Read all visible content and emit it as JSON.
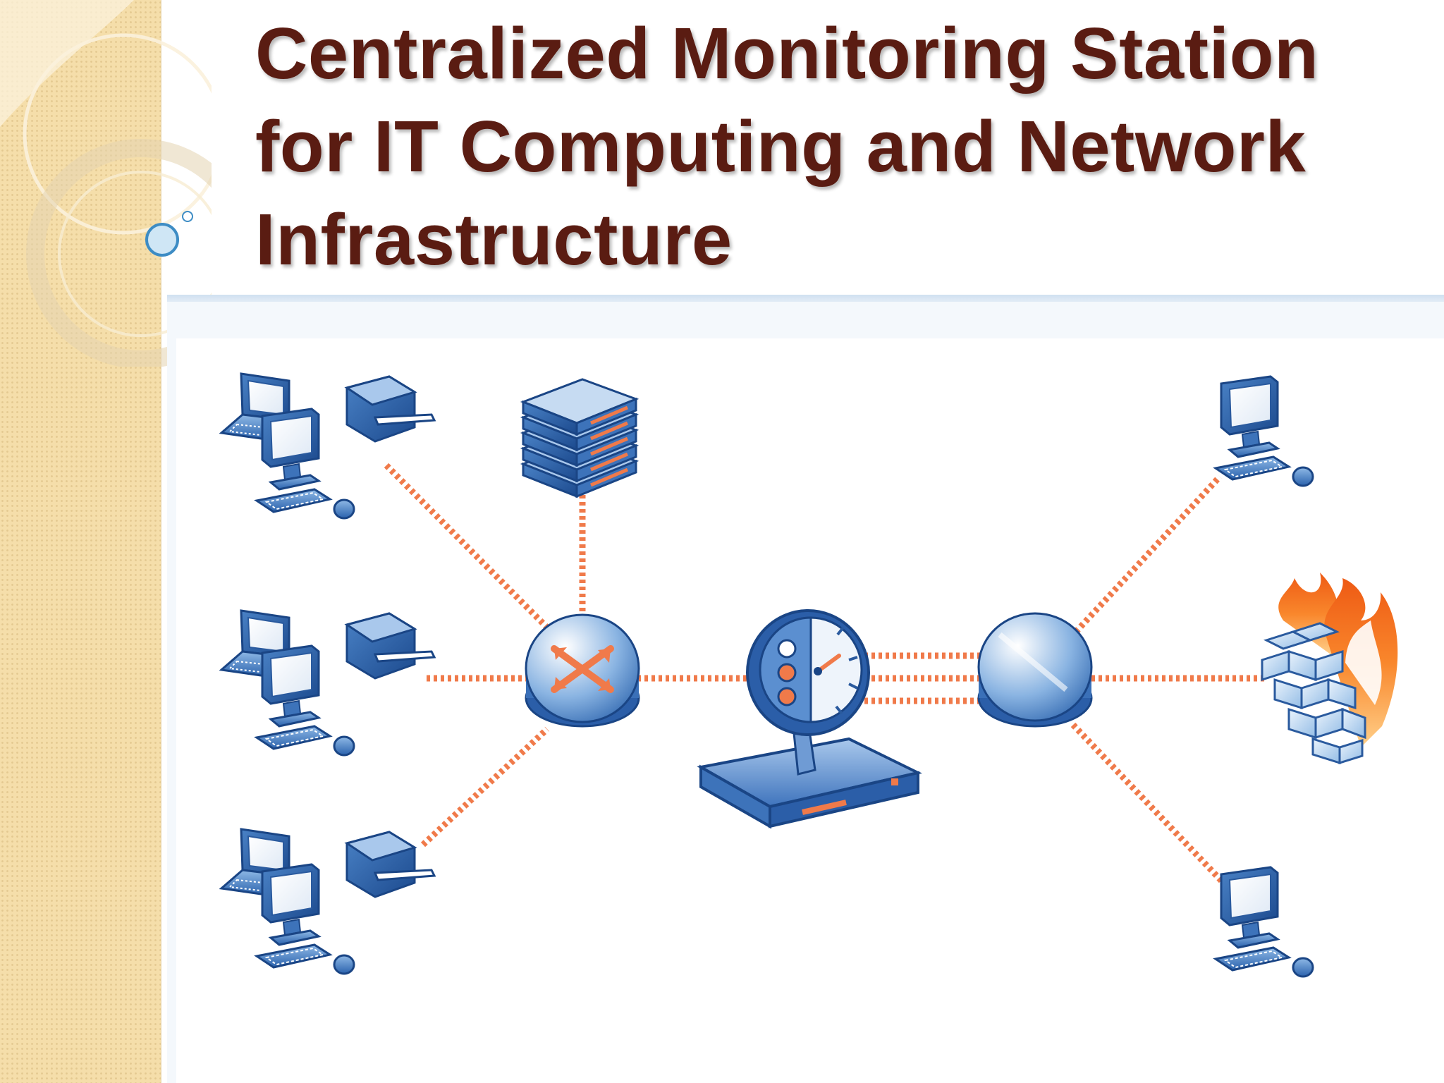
{
  "title": {
    "line1": "Centralized Monitoring Station",
    "line2": "for IT Computing and Network",
    "line3": "Infrastructure"
  },
  "colors": {
    "title_text": "#5a1c12",
    "sidebar": "#f5deaa",
    "device_blue": "#4f86c9",
    "device_dark": "#1f4f93",
    "link_orange": "#f07a4a",
    "flame": "#f26a1b"
  },
  "diagram": {
    "nodes": [
      {
        "id": "workstation-group-1",
        "icon": "workstation-printer-group-icon"
      },
      {
        "id": "workstation-group-2",
        "icon": "workstation-printer-group-icon"
      },
      {
        "id": "workstation-group-3",
        "icon": "workstation-printer-group-icon"
      },
      {
        "id": "server-stack",
        "icon": "server-rack-icon"
      },
      {
        "id": "router",
        "icon": "router-icon"
      },
      {
        "id": "monitoring-station",
        "icon": "monitoring-gauge-icon"
      },
      {
        "id": "hub",
        "icon": "network-hub-icon"
      },
      {
        "id": "desktop-top-right",
        "icon": "desktop-computer-icon"
      },
      {
        "id": "firewall",
        "icon": "firewall-icon"
      },
      {
        "id": "desktop-bottom-right",
        "icon": "desktop-computer-icon"
      }
    ],
    "links": [
      [
        "workstation-group-1",
        "router"
      ],
      [
        "workstation-group-2",
        "router"
      ],
      [
        "workstation-group-3",
        "router"
      ],
      [
        "server-stack",
        "router"
      ],
      [
        "router",
        "monitoring-station"
      ],
      [
        "monitoring-station",
        "hub"
      ],
      [
        "hub",
        "desktop-top-right"
      ],
      [
        "hub",
        "firewall"
      ],
      [
        "hub",
        "desktop-bottom-right"
      ]
    ]
  }
}
